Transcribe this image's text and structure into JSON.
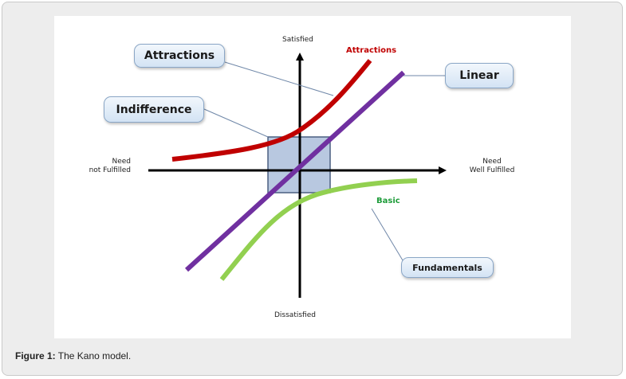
{
  "caption": {
    "label": "Figure 1:",
    "text": " The Kano model."
  },
  "axes": {
    "top": "Satisfied",
    "bottom": "Dissatisfied",
    "left_line1": "Need",
    "left_line2": "not Fulfilled",
    "right_line1": "Need",
    "right_line2": "Well Fulfilled"
  },
  "curve_labels": {
    "attractions": {
      "text": "Attractions",
      "color": "#c00000"
    },
    "basic": {
      "text": "Basic",
      "color": "#1e9c3a"
    }
  },
  "callouts": {
    "attractions": "Attractions",
    "indifference": "Indifference",
    "linear": "Linear",
    "fundamentals": "Fundamentals"
  },
  "colors": {
    "attractions_curve": "#c00000",
    "linear_line": "#7030a0",
    "basic_curve": "#92d050",
    "indifference_box": "#b8c8e0"
  }
}
